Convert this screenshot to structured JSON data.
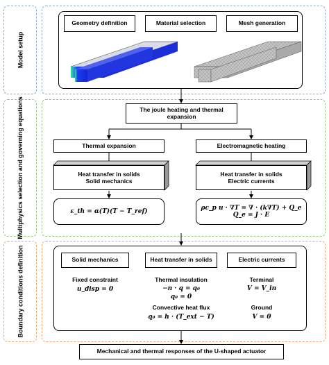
{
  "sections": {
    "setup": "Model setup",
    "physics": "Multiphysics selection and governing equations",
    "boundary": "Boundary conditions definition"
  },
  "setup_steps": [
    "Geometry definition",
    "Material selection",
    "Mesh generation"
  ],
  "joule_box": "The joule heating and thermal expansion",
  "branches": {
    "left": {
      "title": "Thermal expansion",
      "modules": [
        "Heat transfer in solids",
        "Solid mechanics"
      ],
      "equation": "ε_th = α(T)(T − T_ref)"
    },
    "right": {
      "title": "Electromagnetic heating",
      "modules": [
        "Heat transfer in solids",
        "Electric currents"
      ],
      "equations": [
        "ρc_p u · ∇T = ∇ · (k∇T) + Q_e",
        "Q_e = J · E"
      ]
    }
  },
  "boundary": {
    "headers": [
      "Solid mechanics",
      "Heat transfer in solids",
      "Electric currents"
    ],
    "solid": {
      "label": "Fixed constraint",
      "eq": "u_disp = 0"
    },
    "heat": {
      "label1": "Thermal insulation",
      "eq1a": "−n · q = q₀",
      "eq1b": "q₀ = 0",
      "label2": "Convective heat flux",
      "eq2": "q₀ = h · (T_ext − T)"
    },
    "electric": {
      "label1": "Terminal",
      "eq1": "V = V_in",
      "label2": "Ground",
      "eq2": "V = 0"
    }
  },
  "result": "Mechanical and thermal responses of the U-shaped actuator",
  "icons": [
    "thermal-model-image",
    "mesh-model-image"
  ],
  "colors": {
    "blue": "#8aa9d6",
    "green": "#92c47d",
    "orange": "#f0a36a"
  }
}
